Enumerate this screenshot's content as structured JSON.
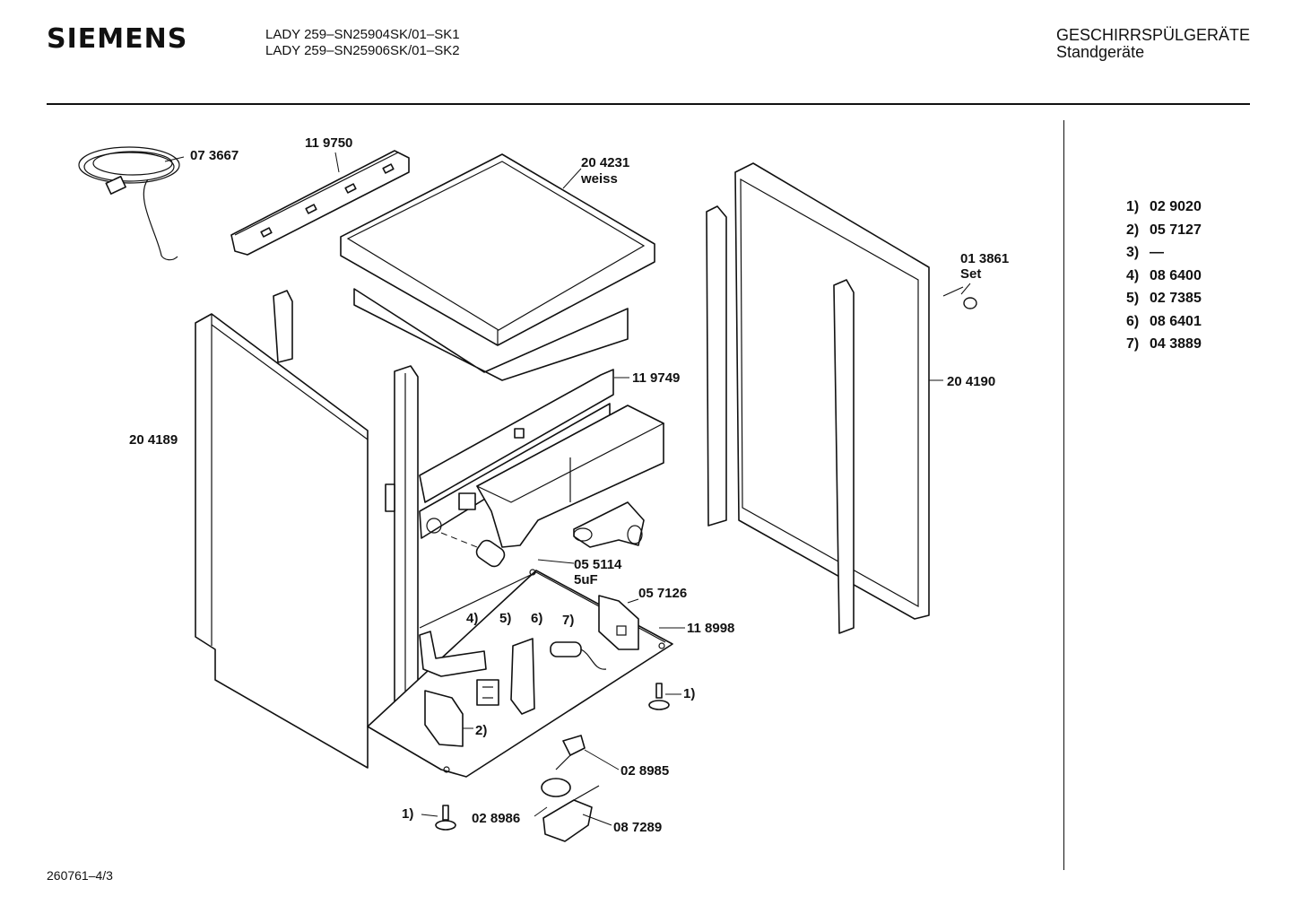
{
  "header": {
    "brand": "SIEMENS",
    "model_line_1": "LADY 259–SN25904SK/01–SK1",
    "model_line_2": "LADY 259–SN25906SK/01–SK2",
    "category": "GESCHIRRSPÜLGERÄTE",
    "subcategory": "Standgeräte"
  },
  "footer": {
    "doc_number": "260761–4/3"
  },
  "callouts": {
    "power_cord": "07 3667",
    "top_rail": "11 9750",
    "worktop": "20 4231",
    "worktop_color": "weiss",
    "screw_set": "01 3861",
    "screw_set_note": "Set",
    "rear_frame": "11 9749",
    "right_side_panel": "20 4190",
    "left_side_panel": "20 4189",
    "capacitor": "05 5114",
    "capacitor_value": "5uF",
    "bracket": "05 7126",
    "base_plate": "11 8998",
    "ref_4": "4)",
    "ref_5": "5)",
    "ref_6": "6)",
    "ref_7": "7)",
    "ref_1_right": "1)",
    "ref_2": "2)",
    "ref_1_left": "1)",
    "float_switch": "02 8985",
    "float": "02 8986",
    "float_housing": "08 7289"
  },
  "legend": [
    {
      "key": "1)",
      "value": "02 9020"
    },
    {
      "key": "2)",
      "value": "05 7127"
    },
    {
      "key": "3)",
      "value": "—"
    },
    {
      "key": "4)",
      "value": "08 6400"
    },
    {
      "key": "5)",
      "value": "02 7385"
    },
    {
      "key": "6)",
      "value": "08 6401"
    },
    {
      "key": "7)",
      "value": "04 3889"
    }
  ]
}
